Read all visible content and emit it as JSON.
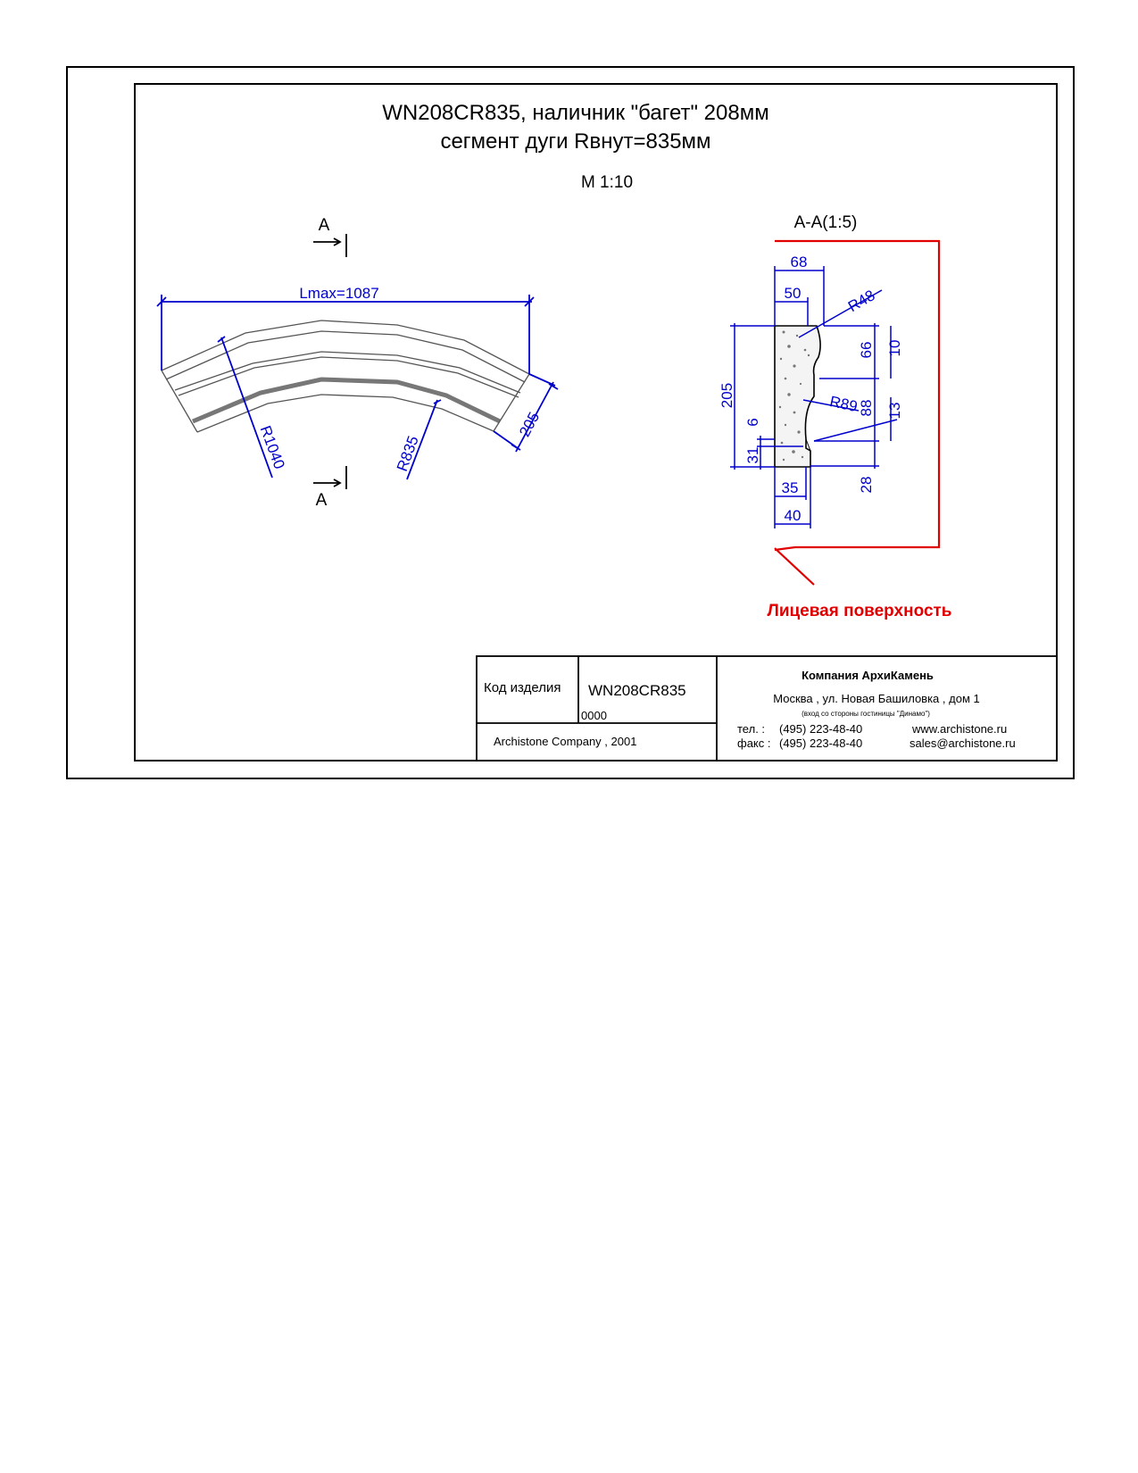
{
  "drawing": {
    "title_line1": "WN208CR835, наличник \"багет\" 208мм",
    "title_line2": "сегмент дуги Rвнут=835мм",
    "scale": "М 1:10",
    "section_marker": "А",
    "section_title": "А-А(1:5)",
    "face_label": "Лицевая поверхность"
  },
  "arc_view": {
    "lmax": "Lmax=1087",
    "width": "205",
    "r_outer": "R1040",
    "r_inner": "R835"
  },
  "section_view": {
    "d68": "68",
    "d50": "50",
    "r48": "R48",
    "d10": "10",
    "d66": "66",
    "d205": "205",
    "r89": "R89",
    "d88": "88",
    "d13": "13",
    "d6": "6",
    "d31": "31",
    "d28": "28",
    "d35": "35",
    "d40": "40"
  },
  "title_block": {
    "code_label": "Код изделия",
    "code_value": "WN208CR835",
    "code_sub": "0000",
    "copyright": "Archistone  Company ,  2001",
    "company": "Компания  АрхиКамень",
    "address": "Москва , ул. Новая Башиловка , дом 1",
    "address_note": "(вход со стороны гостиницы \"Динамо\")",
    "tel_label": "тел.   :",
    "tel": "(495) 223-48-40",
    "fax_label": "факс :",
    "fax": "(495) 223-48-40",
    "website": "www.archistone.ru",
    "email": "sales@archistone.ru"
  },
  "colors": {
    "dimension": "#0000cc",
    "face_marker": "#e00000",
    "outline": "#000000"
  }
}
